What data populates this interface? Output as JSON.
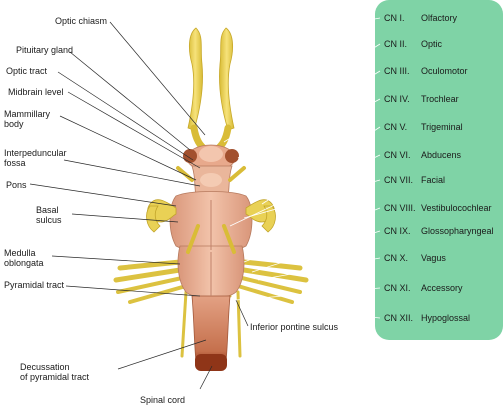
{
  "colors": {
    "panel": "#7fd3a6",
    "nerve": "#ecd65a",
    "nerve_dark": "#c9ae2c",
    "brainstem": "#e9b094",
    "brainstem_dark": "#c98a6c",
    "cord_end": "#9a3a1c",
    "leader_line": "#2a2a2a",
    "leader_line_light": "#ffffff"
  },
  "left_labels": {
    "optic_chiasm": "Optic chiasm",
    "pituitary_gland": "Pituitary gland",
    "optic_tract": "Optic tract",
    "midbrain_level": "Midbrain level",
    "mammillary_body": "Mammillary\nbody",
    "interpeduncular_fossa": "Interpeduncular\nfossa",
    "pons": "Pons",
    "basal_sulcus": "Basal\nsulcus",
    "medulla_oblongata": "Medulla\noblongata",
    "pyramidal_tract": "Pyramidal tract",
    "decussation": "Decussation\nof pyramidal tract",
    "spinal_cord": "Spinal cord",
    "inferior_pontine_sulcus": "Inferior pontine sulcus"
  },
  "cranial_nerves": [
    {
      "num": "CN I.",
      "name": "Olfactory"
    },
    {
      "num": "CN II.",
      "name": "Optic"
    },
    {
      "num": "CN III.",
      "name": "Oculomotor"
    },
    {
      "num": "CN IV.",
      "name": "Trochlear"
    },
    {
      "num": "CN V.",
      "name": "Trigeminal"
    },
    {
      "num": "CN VI.",
      "name": "Abducens"
    },
    {
      "num": "CN VII.",
      "name": "Facial"
    },
    {
      "num": "CN VIII.",
      "name": "Vestibulocochlear"
    },
    {
      "num": "CN IX.",
      "name": "Glossopharyngeal"
    },
    {
      "num": "CN X.",
      "name": "Vagus"
    },
    {
      "num": "CN XI.",
      "name": "Accessory"
    },
    {
      "num": "CN XII.",
      "name": "Hypoglossal"
    }
  ]
}
